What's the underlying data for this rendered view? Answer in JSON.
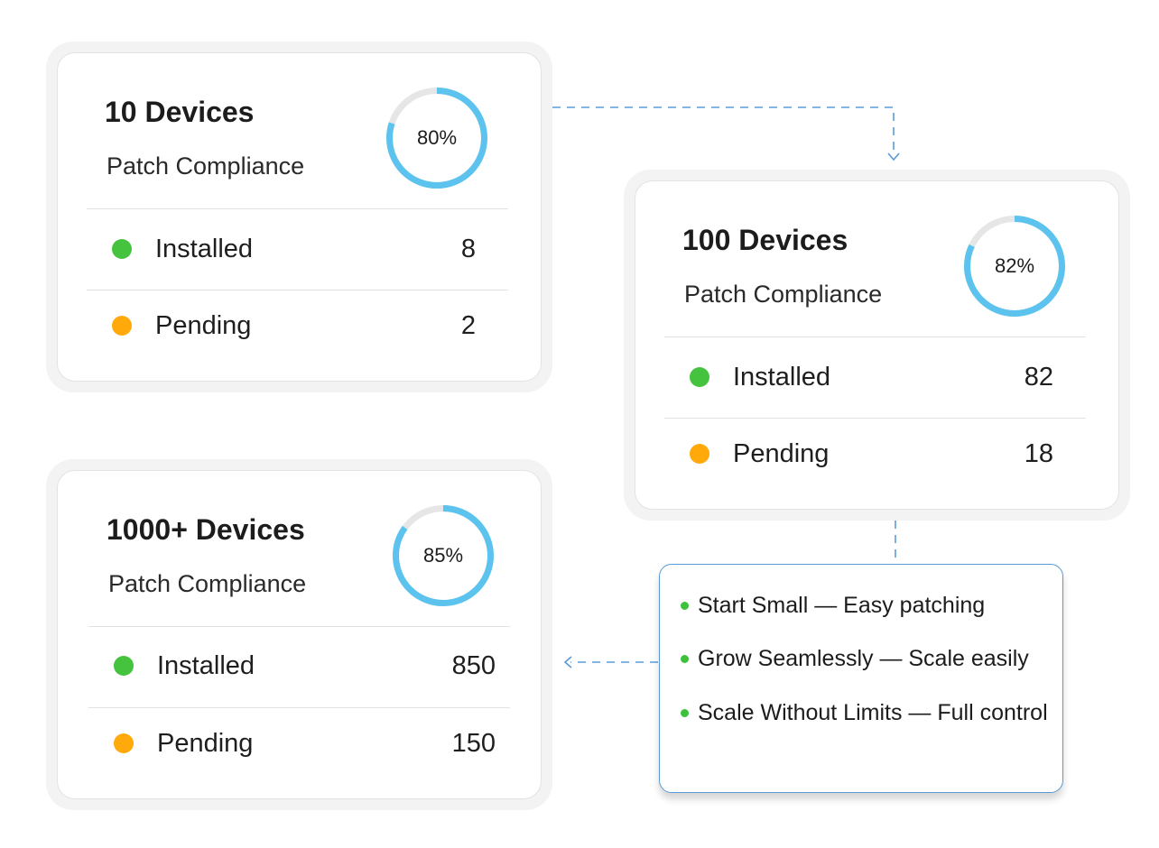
{
  "colors": {
    "installed": "#45c33f",
    "pending": "#ffa90a",
    "donut_progress": "#5cc3ee",
    "donut_track": "#e6e6e6",
    "connector": "#5b9bd5"
  },
  "cards": [
    {
      "title": "10 Devices",
      "subtitle": "Patch Compliance",
      "percent_label": "80%",
      "percent": 80,
      "rows": [
        {
          "label": "Installed",
          "value": "8",
          "status": "installed"
        },
        {
          "label": "Pending",
          "value": "2",
          "status": "pending"
        }
      ]
    },
    {
      "title": "100 Devices",
      "subtitle": "Patch Compliance",
      "percent_label": "82%",
      "percent": 82,
      "rows": [
        {
          "label": "Installed",
          "value": "82",
          "status": "installed"
        },
        {
          "label": "Pending",
          "value": "18",
          "status": "pending"
        }
      ]
    },
    {
      "title": "1000+ Devices",
      "subtitle": "Patch Compliance",
      "percent_label": "85%",
      "percent": 85,
      "rows": [
        {
          "label": "Installed",
          "value": "850",
          "status": "installed"
        },
        {
          "label": "Pending",
          "value": "150",
          "status": "pending"
        }
      ]
    }
  ],
  "benefits": [
    "Start Small — Easy patching",
    "Grow Seamlessly — Scale easily",
    "Scale Without Limits — Full control"
  ]
}
